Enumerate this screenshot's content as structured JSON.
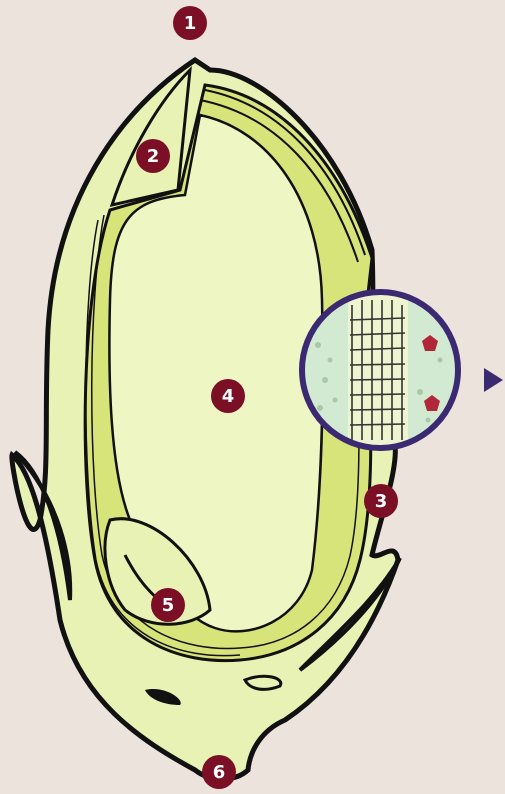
{
  "diagram": {
    "markers": [
      {
        "id": "m1",
        "label": "1"
      },
      {
        "id": "m2",
        "label": "2"
      },
      {
        "id": "m3",
        "label": "3"
      },
      {
        "id": "m4",
        "label": "4"
      },
      {
        "id": "m5",
        "label": "5"
      },
      {
        "id": "m6",
        "label": "6"
      }
    ],
    "colors": {
      "background": "#ece3dc",
      "grain": "#e8f2b4",
      "layers": "#d7e47a",
      "inner": "#eef6c4",
      "outline": "#111111",
      "marker": "#7a0f25",
      "ring": "#3b2a72",
      "magnified_bg": "#d2ead2",
      "arrow": "#3b2a72"
    },
    "icons": [
      "next-arrow-icon",
      "magnifier-circle"
    ]
  }
}
